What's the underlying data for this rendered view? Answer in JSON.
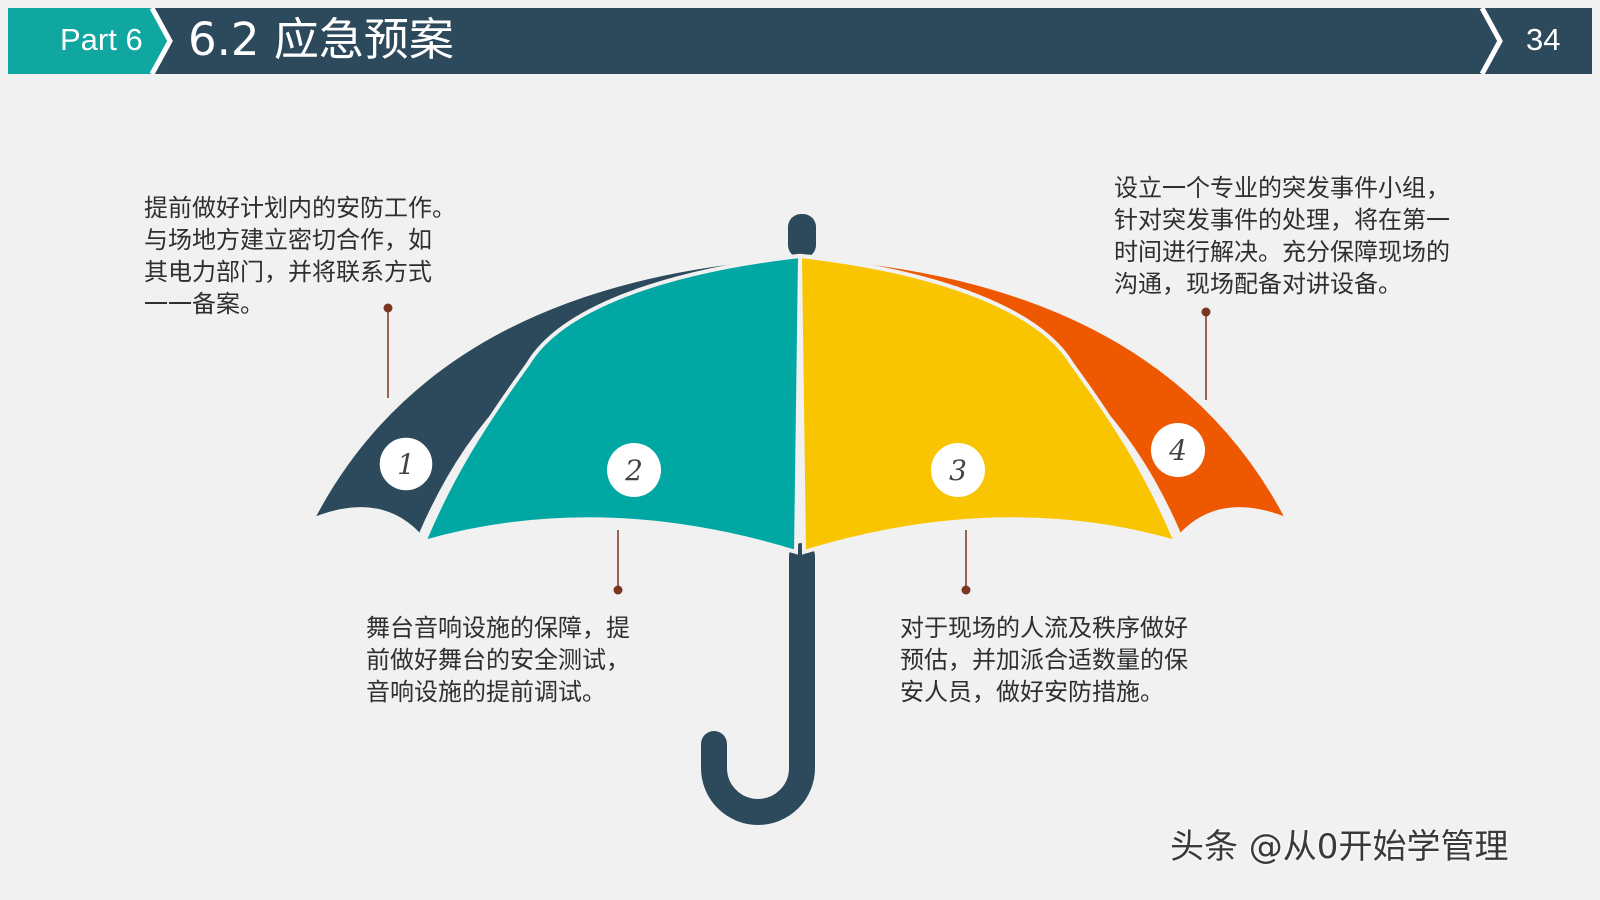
{
  "header": {
    "part_label": "Part 6",
    "title": "6.2 应急预案",
    "page_number": "34"
  },
  "colors": {
    "header_dark": "#2c4a5c",
    "header_accent": "#0fa7a0",
    "segment_1": "#2c4a5c",
    "segment_2": "#00a7a3",
    "segment_3": "#f8c500",
    "segment_4": "#ee5800",
    "handle": "#2c4a5c",
    "connector": "#7a3620"
  },
  "umbrella": {
    "badges": [
      "1",
      "2",
      "3",
      "4"
    ]
  },
  "notes": [
    {
      "text": "提前做好计划内的安防工作。\n与场地方建立密切合作，如\n其电力部门，并将联系方式\n一一备案。"
    },
    {
      "text": "舞台音响设施的保障，提\n前做好舞台的安全测试，\n音响设施的提前调试。"
    },
    {
      "text": "对于现场的人流及秩序做好\n预估，并加派合适数量的保\n安人员，做好安防措施。"
    },
    {
      "text": "设立一个专业的突发事件小组，\n针对突发事件的处理，将在第一\n时间进行解决。充分保障现场的\n沟通，现场配备对讲设备。"
    }
  ],
  "watermark": "头条 @从0开始学管理"
}
